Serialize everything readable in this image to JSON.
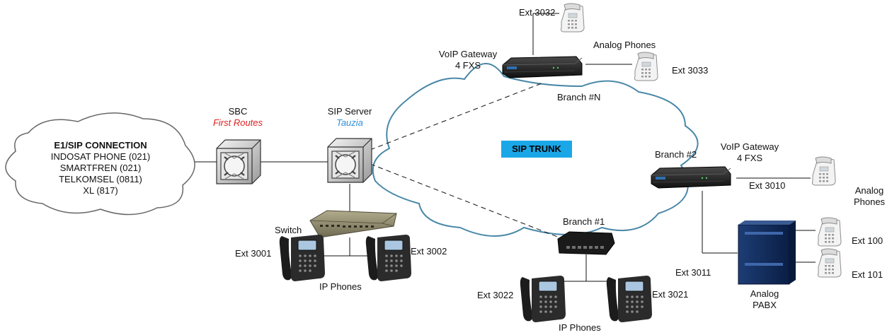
{
  "e1": {
    "title": "E1/SIP CONNECTION",
    "lines": [
      "INDOSAT PHONE (021)",
      "SMARTFREN (021)",
      "TELKOMSEL (0811)",
      "XL (817)"
    ]
  },
  "sbc": {
    "title": "SBC",
    "vendor": "First Routes"
  },
  "sip_server": {
    "title": "SIP Server",
    "vendor": "Tauzia"
  },
  "trunk": {
    "label": "SIP TRUNK"
  },
  "switch": {
    "label": "Switch"
  },
  "hq_phones": {
    "ext_a": "Ext 3001",
    "ext_b": "Ext 3002",
    "caption": "IP Phones"
  },
  "branch_n": {
    "gateway_line1": "VoIP Gateway",
    "gateway_line2": "4 FXS",
    "label": "Branch #N",
    "ext_top": "Ext 3032",
    "ext_right": "Ext 3033",
    "phones_caption": "Analog Phones"
  },
  "branch_2": {
    "label": "Branch #2",
    "gateway_line1": "VoIP Gateway",
    "gateway_line2": "4 FXS",
    "ext_gw": "Ext 3010",
    "ext_pabx": "Ext 3011",
    "phones_line1": "Analog",
    "phones_line2": "Phones",
    "pabx_line1": "Analog",
    "pabx_line2": "PABX",
    "ext_100": "Ext 100",
    "ext_101": "Ext 101"
  },
  "branch_1": {
    "label": "Branch #1",
    "ext_a": "Ext 3022",
    "ext_b": "Ext 3021",
    "caption": "IP Phones"
  },
  "colors": {
    "cloud_stroke": "#4a88a8",
    "trunk_badge": "#1aa7e8",
    "sbc_vendor": "#e02020",
    "sip_vendor": "#2f8fd6"
  },
  "icons": [
    "cloud-icon",
    "sbc-server-icon",
    "sip-server-icon",
    "network-switch-icon",
    "ip-phone-icon",
    "voip-gateway-icon",
    "analog-phone-icon",
    "pabx-icon"
  ]
}
